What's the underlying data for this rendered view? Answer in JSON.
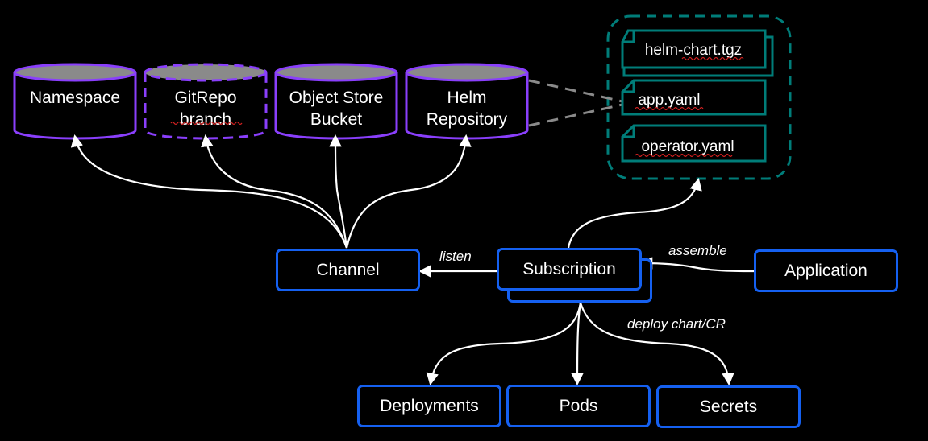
{
  "repositories": [
    {
      "id": "namespace",
      "lines": [
        "Namespace"
      ],
      "dashed": false
    },
    {
      "id": "gitrepo",
      "lines": [
        "GitRepo",
        "branch"
      ],
      "dashed": true
    },
    {
      "id": "object-store",
      "lines": [
        "Object Store",
        "Bucket"
      ],
      "dashed": false
    },
    {
      "id": "helm-repo",
      "lines": [
        "Helm",
        "Repository"
      ],
      "dashed": false
    }
  ],
  "files": [
    "helm-chart.tgz",
    "app.yaml",
    "operator.yaml"
  ],
  "nodes": {
    "channel": "Channel",
    "subscription": "Subscription",
    "application": "Application",
    "deployments": "Deployments",
    "pods": "Pods",
    "secrets": "Secrets"
  },
  "edges": {
    "listen": "listen",
    "assemble": "assemble",
    "deploy": "deploy chart/CR"
  },
  "colors": {
    "repository": "#8a3ffc",
    "repository_top": "#8a8a8a",
    "resource": "#1560f0",
    "file": "#007d79",
    "connector": "#8a8a8a",
    "line": "#ffffff",
    "background": "#000000"
  }
}
